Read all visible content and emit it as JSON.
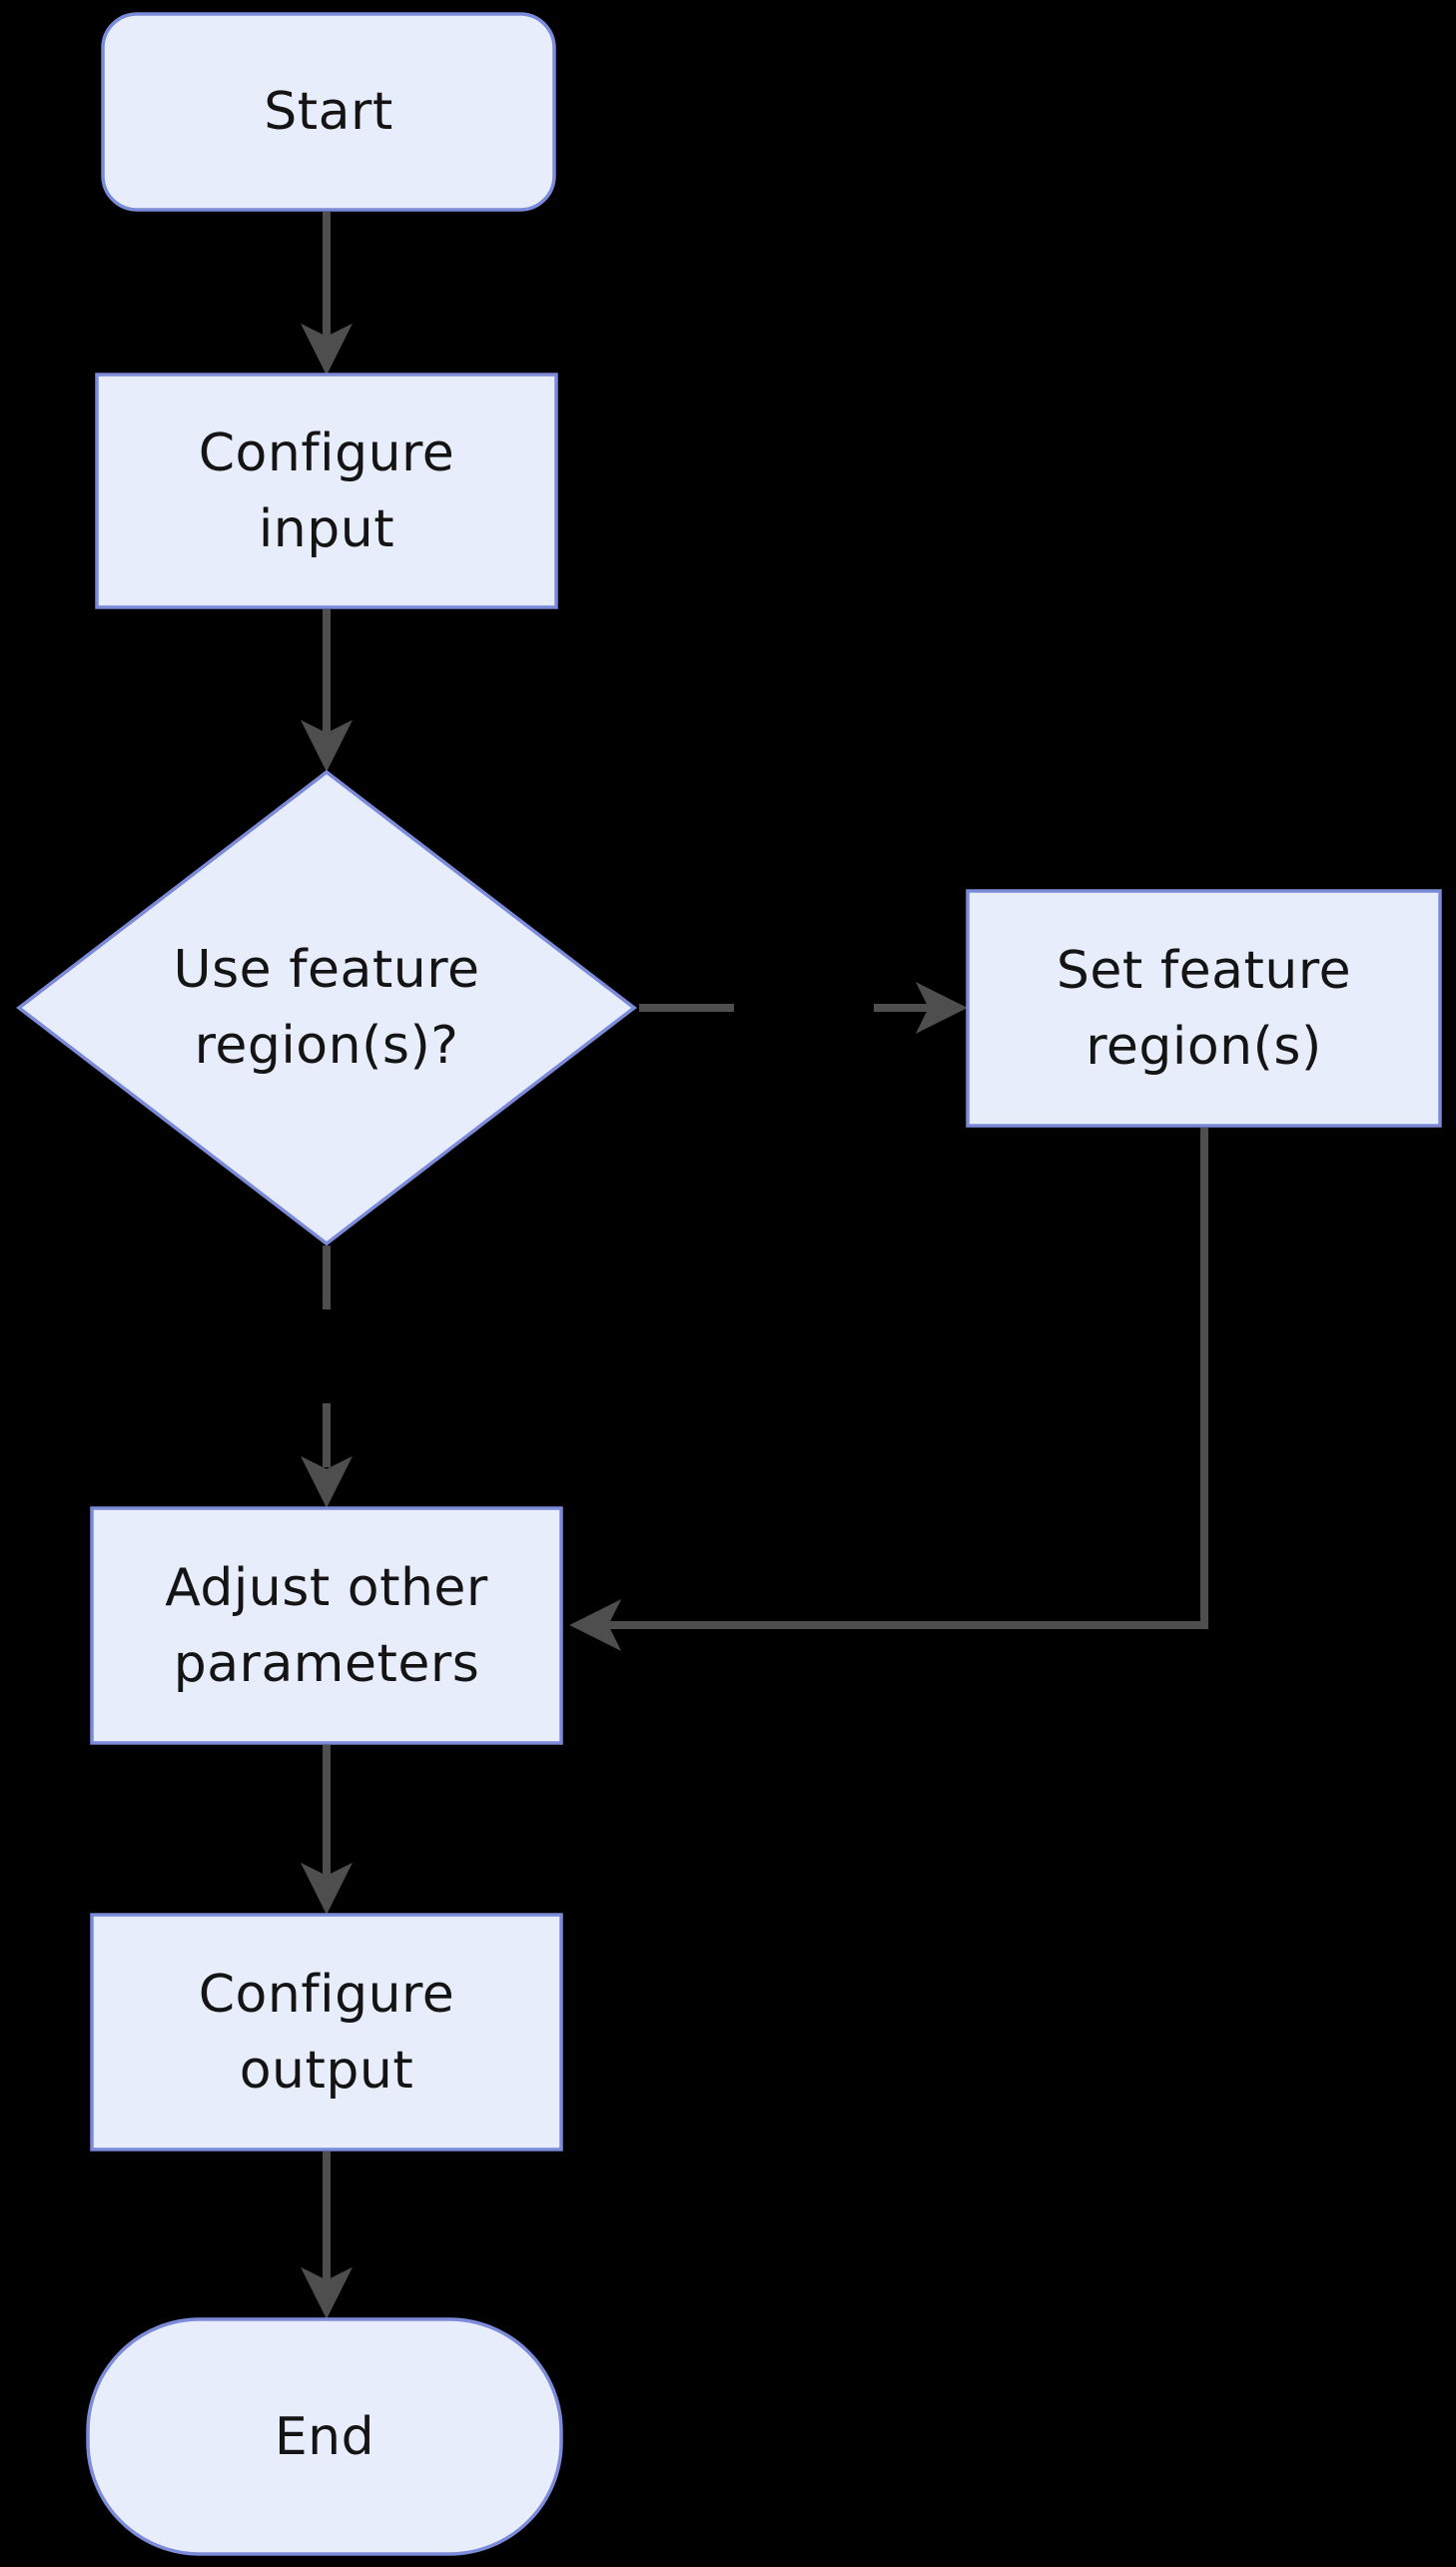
{
  "diagram": {
    "type": "flowchart",
    "direction": "top-down",
    "colors": {
      "background": "#000000",
      "node_fill": "#e8edfb",
      "node_border": "#7c8bd9",
      "edge": "#4e4e4e",
      "text": "#141414"
    },
    "nodes": [
      {
        "id": "start",
        "label": "Start",
        "shape": "rounded-rectangle"
      },
      {
        "id": "configure_input",
        "label": "Configure input",
        "shape": "rectangle"
      },
      {
        "id": "use_feature_regions",
        "label": "Use feature region(s)?",
        "shape": "diamond"
      },
      {
        "id": "set_feature_regions",
        "label": "Set feature region(s)",
        "shape": "rectangle"
      },
      {
        "id": "adjust_other_parameters",
        "label": "Adjust other parameters",
        "shape": "rectangle"
      },
      {
        "id": "configure_output",
        "label": "Configure output",
        "shape": "rectangle"
      },
      {
        "id": "end",
        "label": "End",
        "shape": "stadium"
      }
    ],
    "edges": [
      {
        "from": "start",
        "to": "configure_input",
        "style": "solid"
      },
      {
        "from": "configure_input",
        "to": "use_feature_regions",
        "style": "solid"
      },
      {
        "from": "use_feature_regions",
        "to": "set_feature_regions",
        "style": "dashed"
      },
      {
        "from": "use_feature_regions",
        "to": "adjust_other_parameters",
        "style": "dashed"
      },
      {
        "from": "set_feature_regions",
        "to": "adjust_other_parameters",
        "style": "solid"
      },
      {
        "from": "adjust_other_parameters",
        "to": "configure_output",
        "style": "solid"
      },
      {
        "from": "configure_output",
        "to": "end",
        "style": "solid"
      }
    ]
  }
}
